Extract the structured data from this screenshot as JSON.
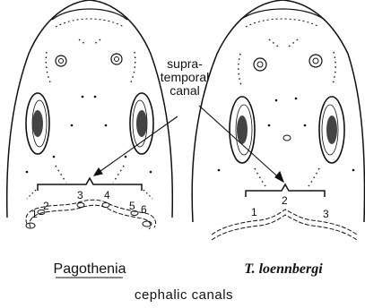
{
  "annotation": {
    "line1": "supra-",
    "line2": "temporal",
    "line3": "canal"
  },
  "left_specimen": {
    "name": "Pagothenia",
    "pore_labels": [
      "1",
      "2",
      "3",
      "4",
      "5",
      "6"
    ]
  },
  "right_specimen": {
    "name": "T. loennbergi",
    "pore_labels": [
      "1",
      "2",
      "3"
    ]
  },
  "caption": "cephalic canals"
}
